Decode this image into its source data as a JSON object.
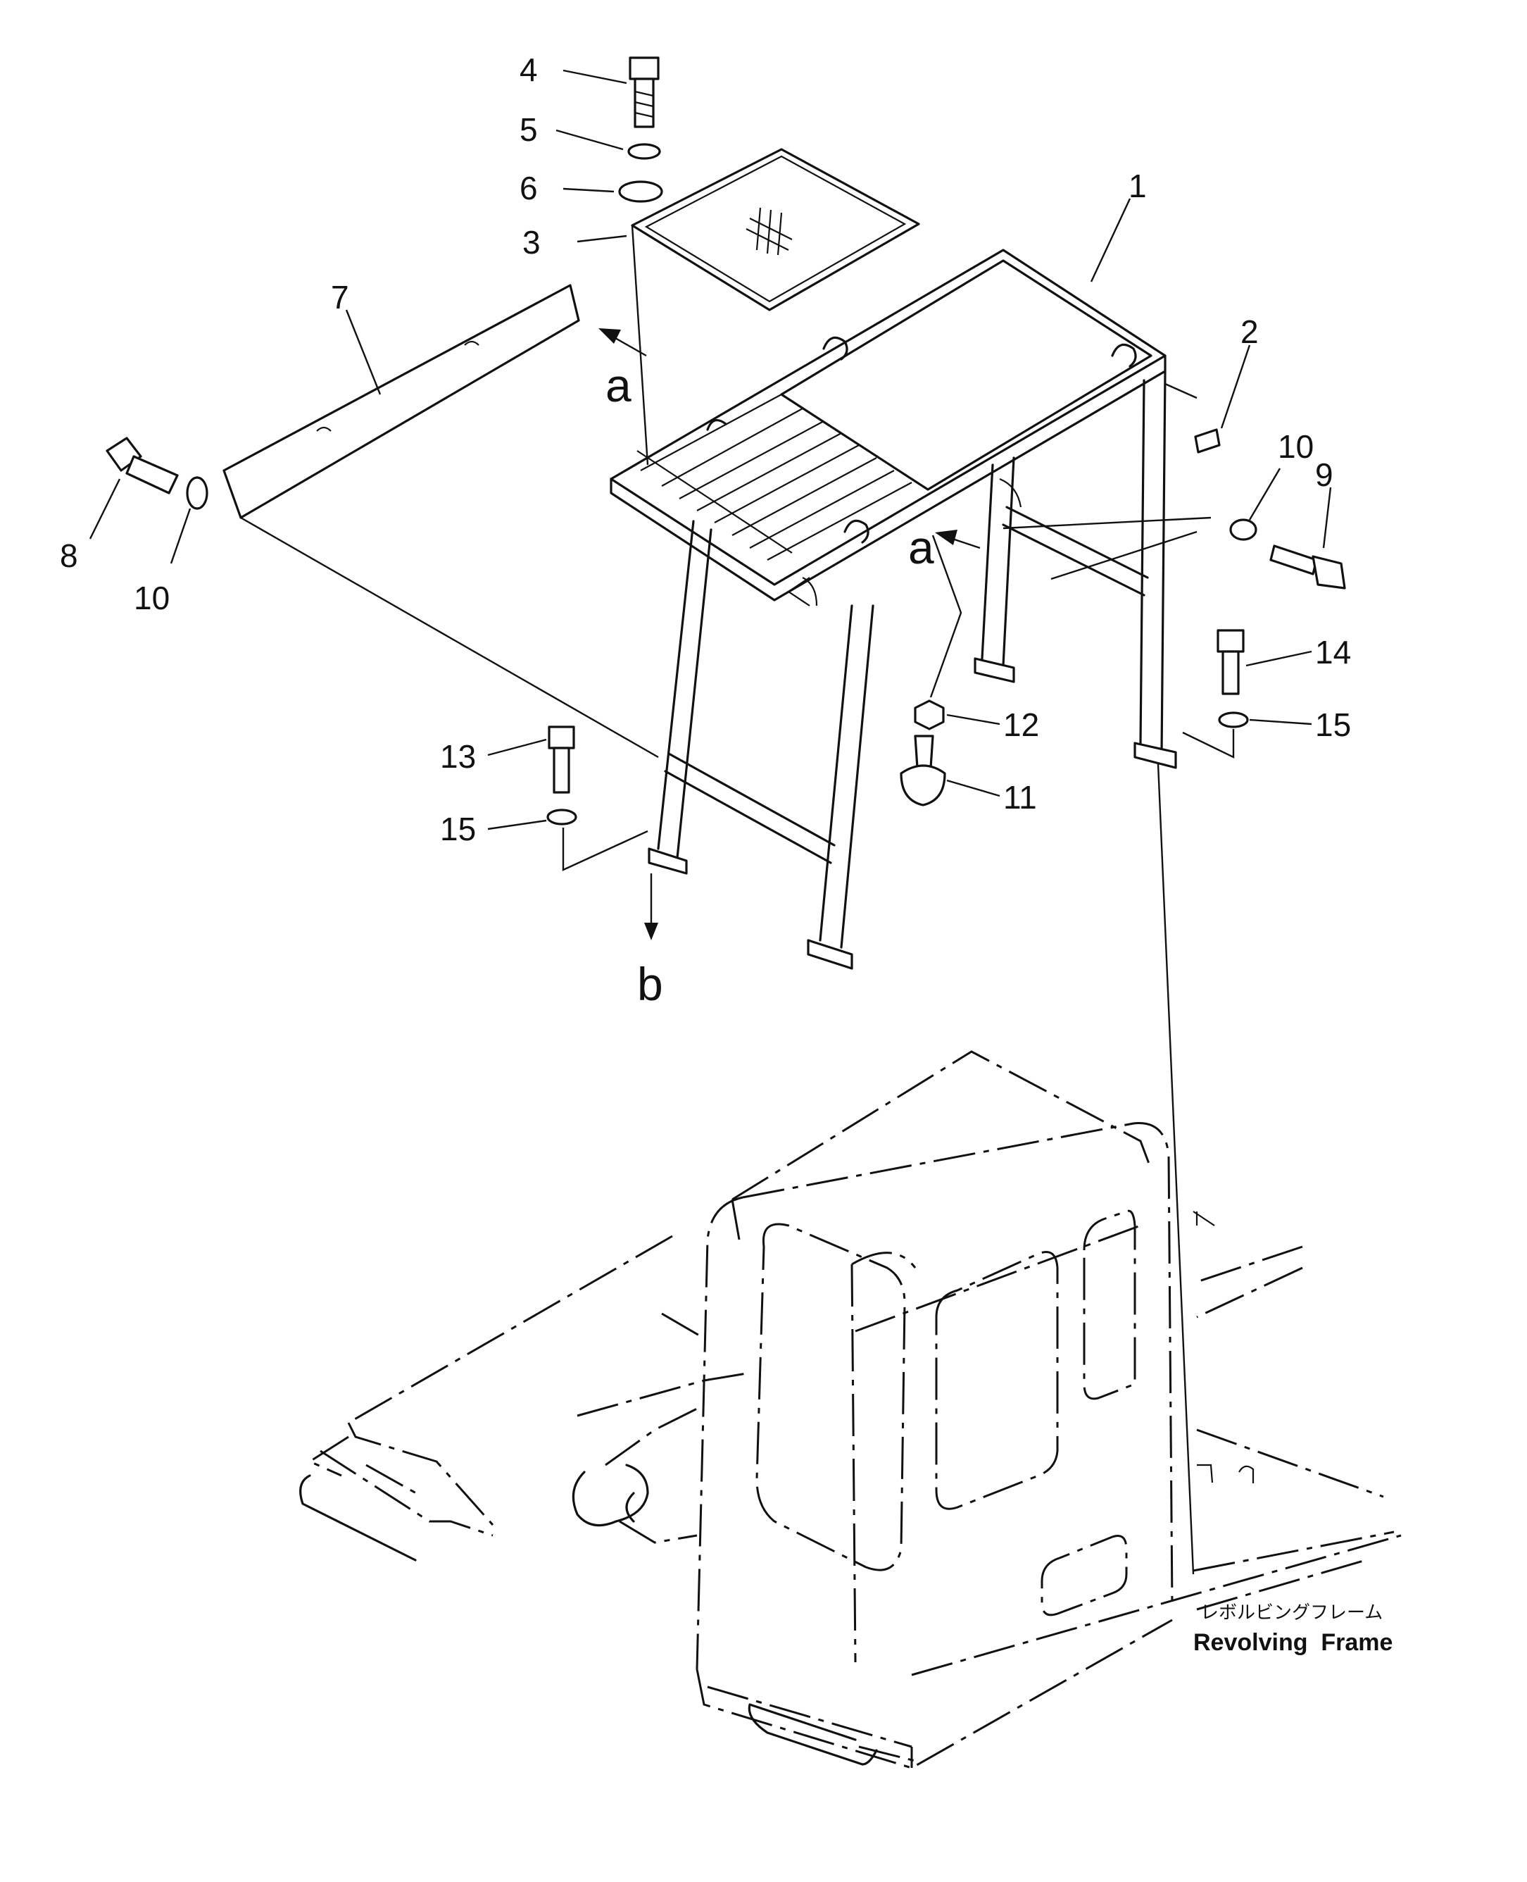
{
  "callouts": [
    "1",
    "2",
    "3",
    "4",
    "5",
    "6",
    "7",
    "8",
    "9",
    "10",
    "10",
    "11",
    "12",
    "13",
    "14",
    "15",
    "15"
  ],
  "view_letters": [
    "a",
    "a",
    "b"
  ],
  "frame_label": {
    "japanese": "レボルビングフレーム",
    "english": "Revolving  Frame"
  }
}
